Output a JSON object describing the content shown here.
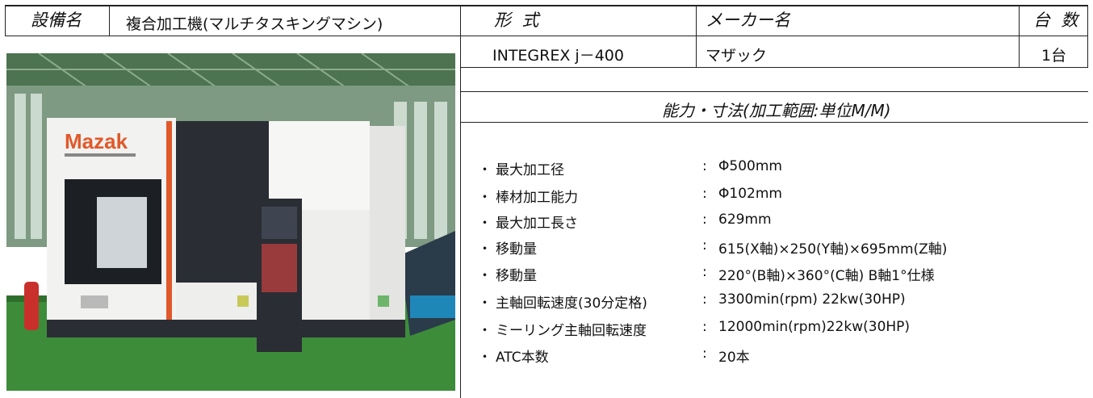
{
  "header": {
    "label_equipment_name": "設備名",
    "equipment_name": "複合加工機(マルチタスキングマシン)",
    "label_model": "形  式",
    "label_maker": "メーカー名",
    "label_count": "台  数"
  },
  "row": {
    "model": "INTEGREX j－400",
    "maker": "マザック",
    "count": "1台"
  },
  "section_title": "能力・寸法(加工範囲:単位M/M)",
  "photo": {
    "brand_text": "Mazak"
  },
  "specs": [
    {
      "bullet": "・",
      "label": "最大加工径",
      "colon": ":",
      "value": "Φ500mm"
    },
    {
      "bullet": "・",
      "label": "棒材加工能力",
      "colon": ":",
      "value": "Φ102mm"
    },
    {
      "bullet": "・",
      "label": "最大加工長さ",
      "colon": ":",
      "value": "629mm"
    },
    {
      "bullet": "・",
      "label": "移動量",
      "colon": ":",
      "value": "615(X軸)×250(Y軸)×695mm(Z軸)"
    },
    {
      "bullet": "・",
      "label": "移動量",
      "colon": ":",
      "value": "220°(B軸)×360°(C軸) B軸1°仕様"
    },
    {
      "bullet": "・",
      "label": "主軸回転速度(30分定格)",
      "colon": ":",
      "value": "3300min(rpm) 22kw(30HP)"
    },
    {
      "bullet": "・",
      "label": "ミーリング主軸回転速度",
      "colon": ":",
      "value": "12000min(rpm)22kw(30HP)"
    },
    {
      "bullet": "・",
      "label": "ATC本数",
      "colon": ":",
      "value": "20本"
    }
  ],
  "colors": {
    "machine_body": "#f2f2f0",
    "machine_dark": "#2a2d33",
    "accent_orange": "#e0592a",
    "floor_green": "#3f8f3a",
    "roof_green": "#4f7a52"
  }
}
